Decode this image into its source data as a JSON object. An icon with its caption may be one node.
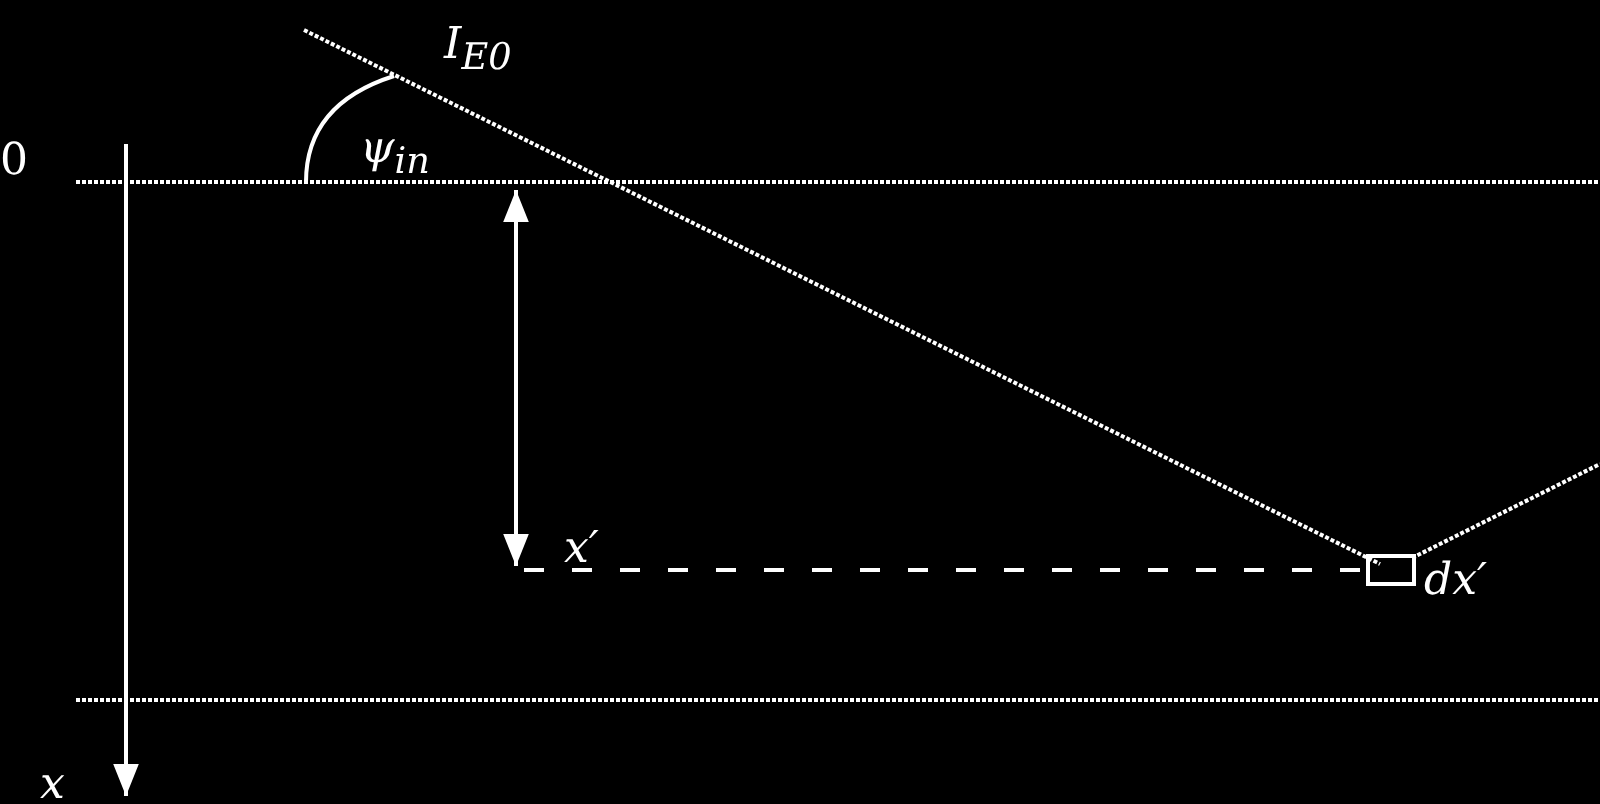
{
  "diagram": {
    "labels": [
      "I$_{E0}$",
      "0",
      "ψ$_{in}$",
      "x′",
      "dx′",
      "x"
    ]
  }
}
